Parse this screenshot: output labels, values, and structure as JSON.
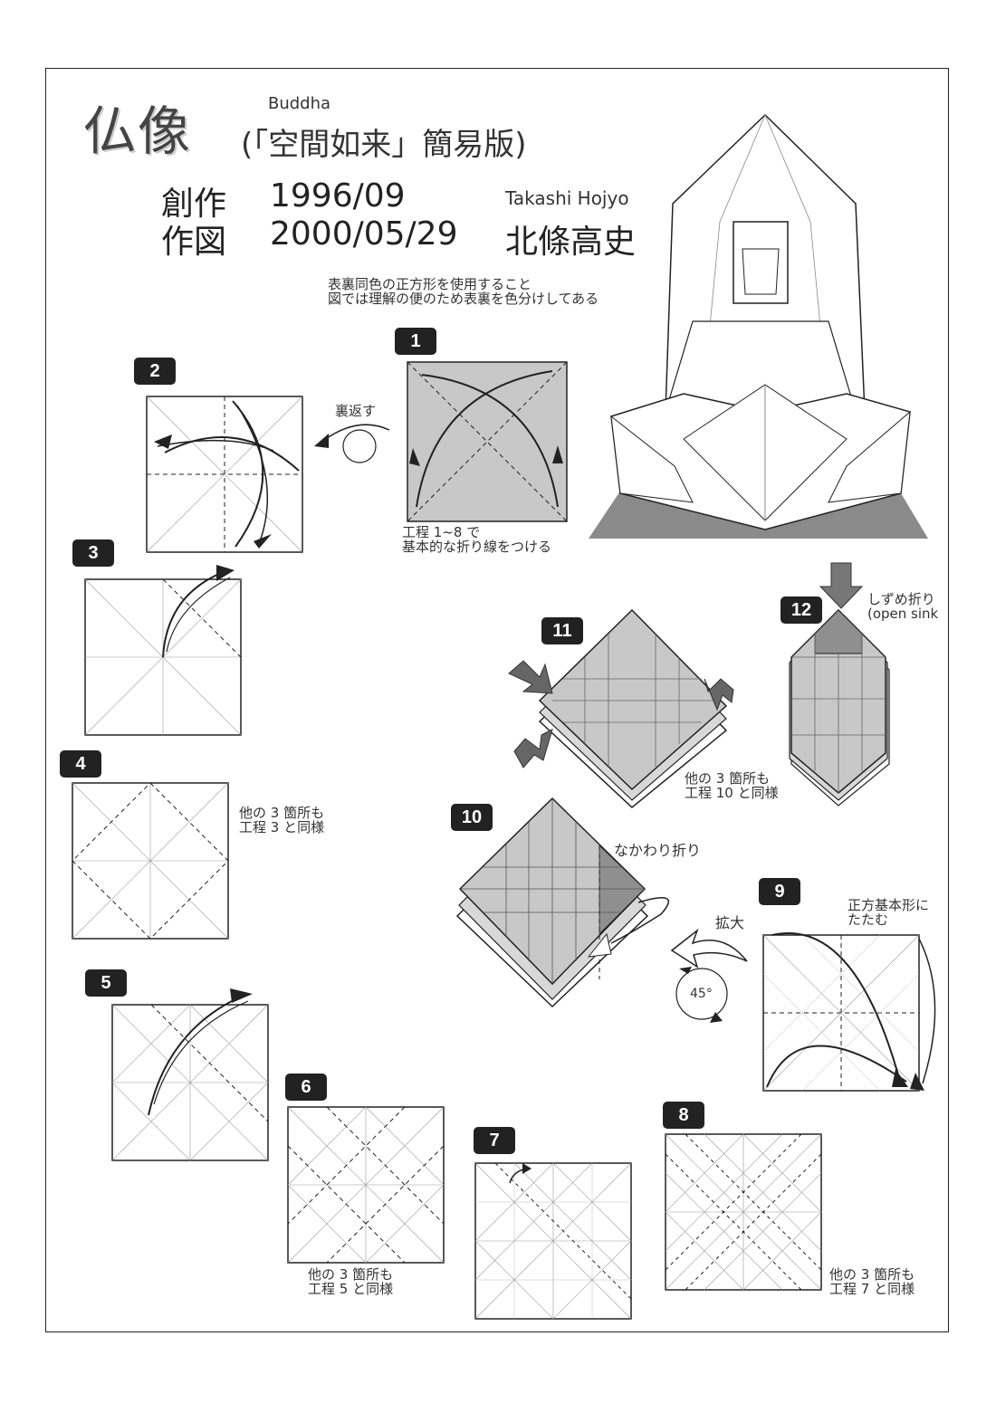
{
  "title": {
    "main": "仏像",
    "english": "Buddha",
    "sub": "(「空間如来」簡易版)"
  },
  "meta": {
    "created_label": "創作",
    "created_date": "1996/09",
    "drawn_label": "作図",
    "drawn_date": "2000/05/29",
    "author_en": "Takashi Hojyo",
    "author_jp": "北條高史"
  },
  "notes": {
    "paper": "表裏同色の正方形を使用すること\n図では理解の便のため表裏を色分けしてある",
    "steps_1_8": "工程 1~8 で\n基本的な折り線をつける",
    "flip": "裏返す",
    "same_3": "他の 3 箇所も\n工程 3 と同様",
    "same_5": "他の 3 箇所も\n工程 5 と同様",
    "same_7": "他の 3 箇所も\n工程 7 と同様",
    "same_10": "他の 3 箇所も\n工程 10 と同様",
    "square_base": "正方基本形に\nたたむ",
    "enlarge": "拡大",
    "rotate": "45°",
    "inside_reverse": "なかわり折り",
    "sink": "しずめ折り\n(open sink"
  },
  "steps": [
    "1",
    "2",
    "3",
    "4",
    "5",
    "6",
    "7",
    "8",
    "9",
    "10",
    "11",
    "12"
  ],
  "colors": {
    "paper_back": "#c8c8c8",
    "paper_front": "#ffffff",
    "arrow": "#555555",
    "ink": "#222222"
  }
}
